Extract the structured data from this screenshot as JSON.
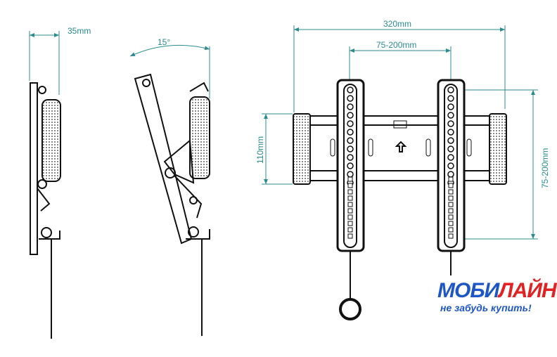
{
  "dimensions": {
    "depth": "35mm",
    "tilt": "15°",
    "overall_width": "320mm",
    "vesa_horizontal": "75-200mm",
    "height": "110mm",
    "vesa_vertical": "75-200mm"
  },
  "logo": {
    "brand_part1": "МОБИ",
    "brand_part2": "ЛАЙН",
    "slogan": "не забудь купить!"
  },
  "colors": {
    "dimension": "#2a8c8f",
    "brand_blue": "#1f56c6",
    "brand_red": "#e22222"
  }
}
